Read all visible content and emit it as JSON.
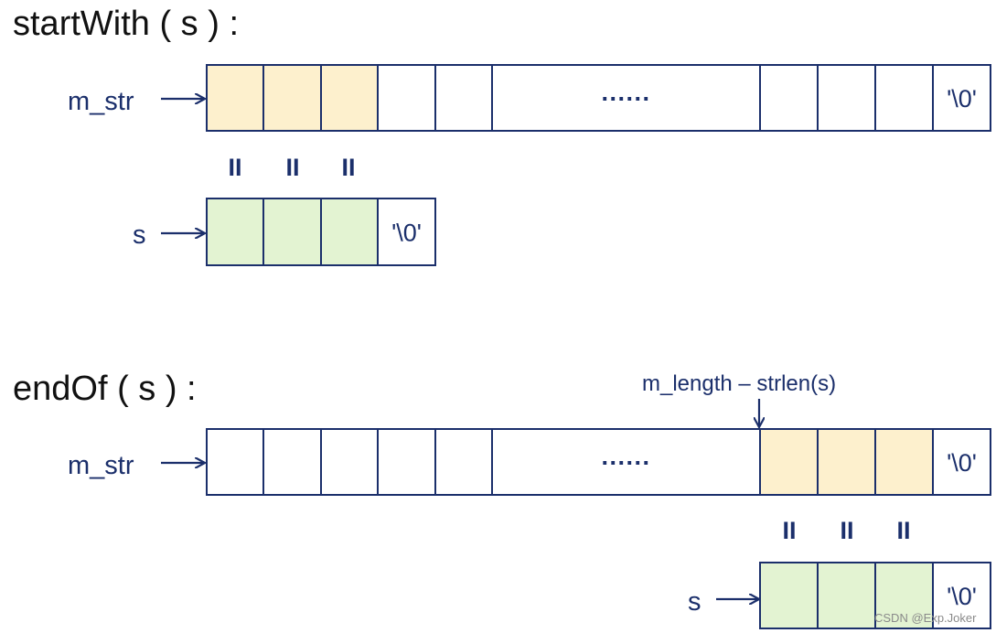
{
  "colors": {
    "stroke": "#1b2f6b",
    "text": "#1b2f6b",
    "title": "#111111",
    "match_fill": "#fdf0cd",
    "pattern_fill": "#e3f3d2",
    "empty_fill": "#ffffff"
  },
  "sections": [
    {
      "title": "startWith ( s ) :",
      "mstr_label": "m_str",
      "m_str": {
        "cells": [
          "",
          "",
          "",
          "",
          "",
          "······",
          "",
          "",
          "",
          "'\\0'"
        ],
        "cell_states": [
          "match",
          "match",
          "match",
          "empty",
          "empty",
          "empty",
          "empty",
          "empty",
          "empty",
          "empty"
        ]
      },
      "eq_marks": [
        "II",
        "II",
        "II"
      ],
      "s_label": "s",
      "s": {
        "cells": [
          "",
          "",
          "",
          "'\\0'"
        ],
        "cell_states": [
          "pattern",
          "pattern",
          "pattern",
          "empty"
        ]
      }
    },
    {
      "title": "endOf ( s ) :",
      "pointer_label": "m_length – strlen(s)",
      "mstr_label": "m_str",
      "m_str": {
        "cells": [
          "",
          "",
          "",
          "",
          "",
          "······",
          "",
          "",
          "",
          "'\\0'"
        ],
        "cell_states": [
          "empty",
          "empty",
          "empty",
          "empty",
          "empty",
          "empty",
          "match",
          "match",
          "match",
          "empty"
        ]
      },
      "eq_marks": [
        "II",
        "II",
        "II"
      ],
      "s_label": "s",
      "s": {
        "cells": [
          "",
          "",
          "",
          "'\\0'"
        ],
        "cell_states": [
          "pattern",
          "pattern",
          "pattern",
          "empty"
        ]
      }
    }
  ],
  "watermark": "CSDN @Exp.Joker"
}
